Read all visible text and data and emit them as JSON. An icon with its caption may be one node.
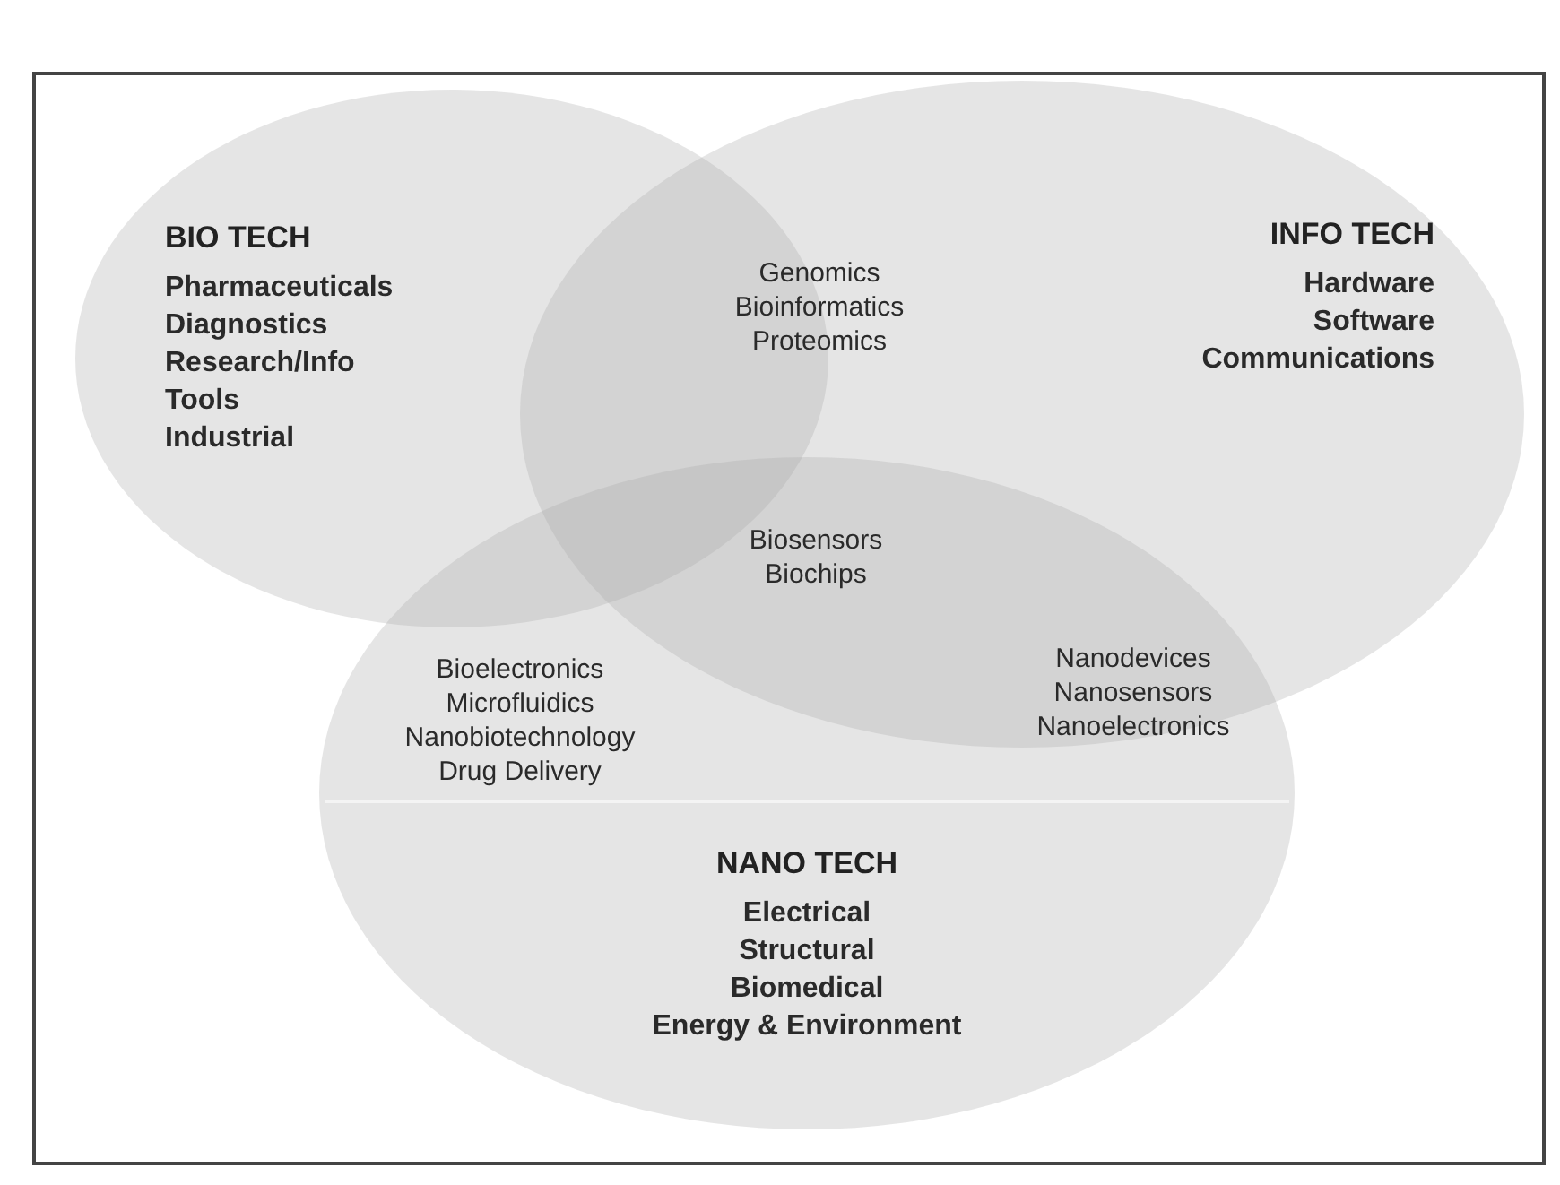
{
  "diagram": {
    "nodes": [
      {
        "text": [
          "BIO TECH",
          "Pharmaceuticals",
          "Diagnostics",
          "Research/Info",
          "Tools",
          "Industrial"
        ]
      },
      {
        "text": [
          "INFO TECH",
          "Hardware",
          "Software",
          "Communications"
        ]
      },
      {
        "text": [
          "NANO TECH",
          "Electrical",
          "Structural",
          "Biomedical",
          "Energy & Environment"
        ]
      }
    ],
    "labels": [
      "Genomics",
      "Bioinformatics",
      "Proteomics",
      "Biosensors",
      "Biochips",
      "Bioelectronics",
      "Microfluidics",
      "Nanobiotechnology",
      "Drug Delivery",
      "Nanodevices",
      "Nanosensors",
      "Nanoelectronics"
    ]
  }
}
